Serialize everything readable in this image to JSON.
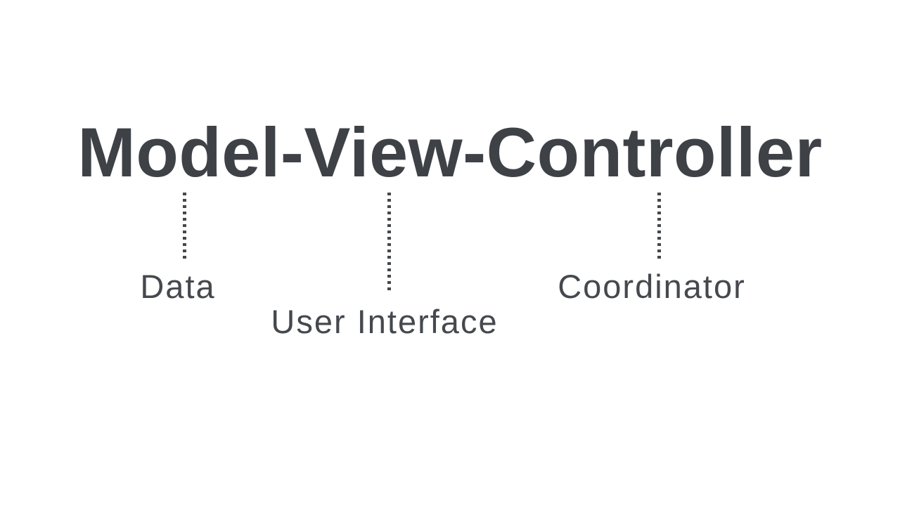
{
  "colors": {
    "background": "#ffffff",
    "title": "#3e4247",
    "label": "#45494e",
    "connector": "#44484c"
  },
  "title": {
    "text": "Model-View-Controller"
  },
  "annotations": [
    {
      "term": "Model",
      "meaning": "Data"
    },
    {
      "term": "View",
      "meaning": "User Interface"
    },
    {
      "term": "Controller",
      "meaning": "Coordinator"
    }
  ]
}
